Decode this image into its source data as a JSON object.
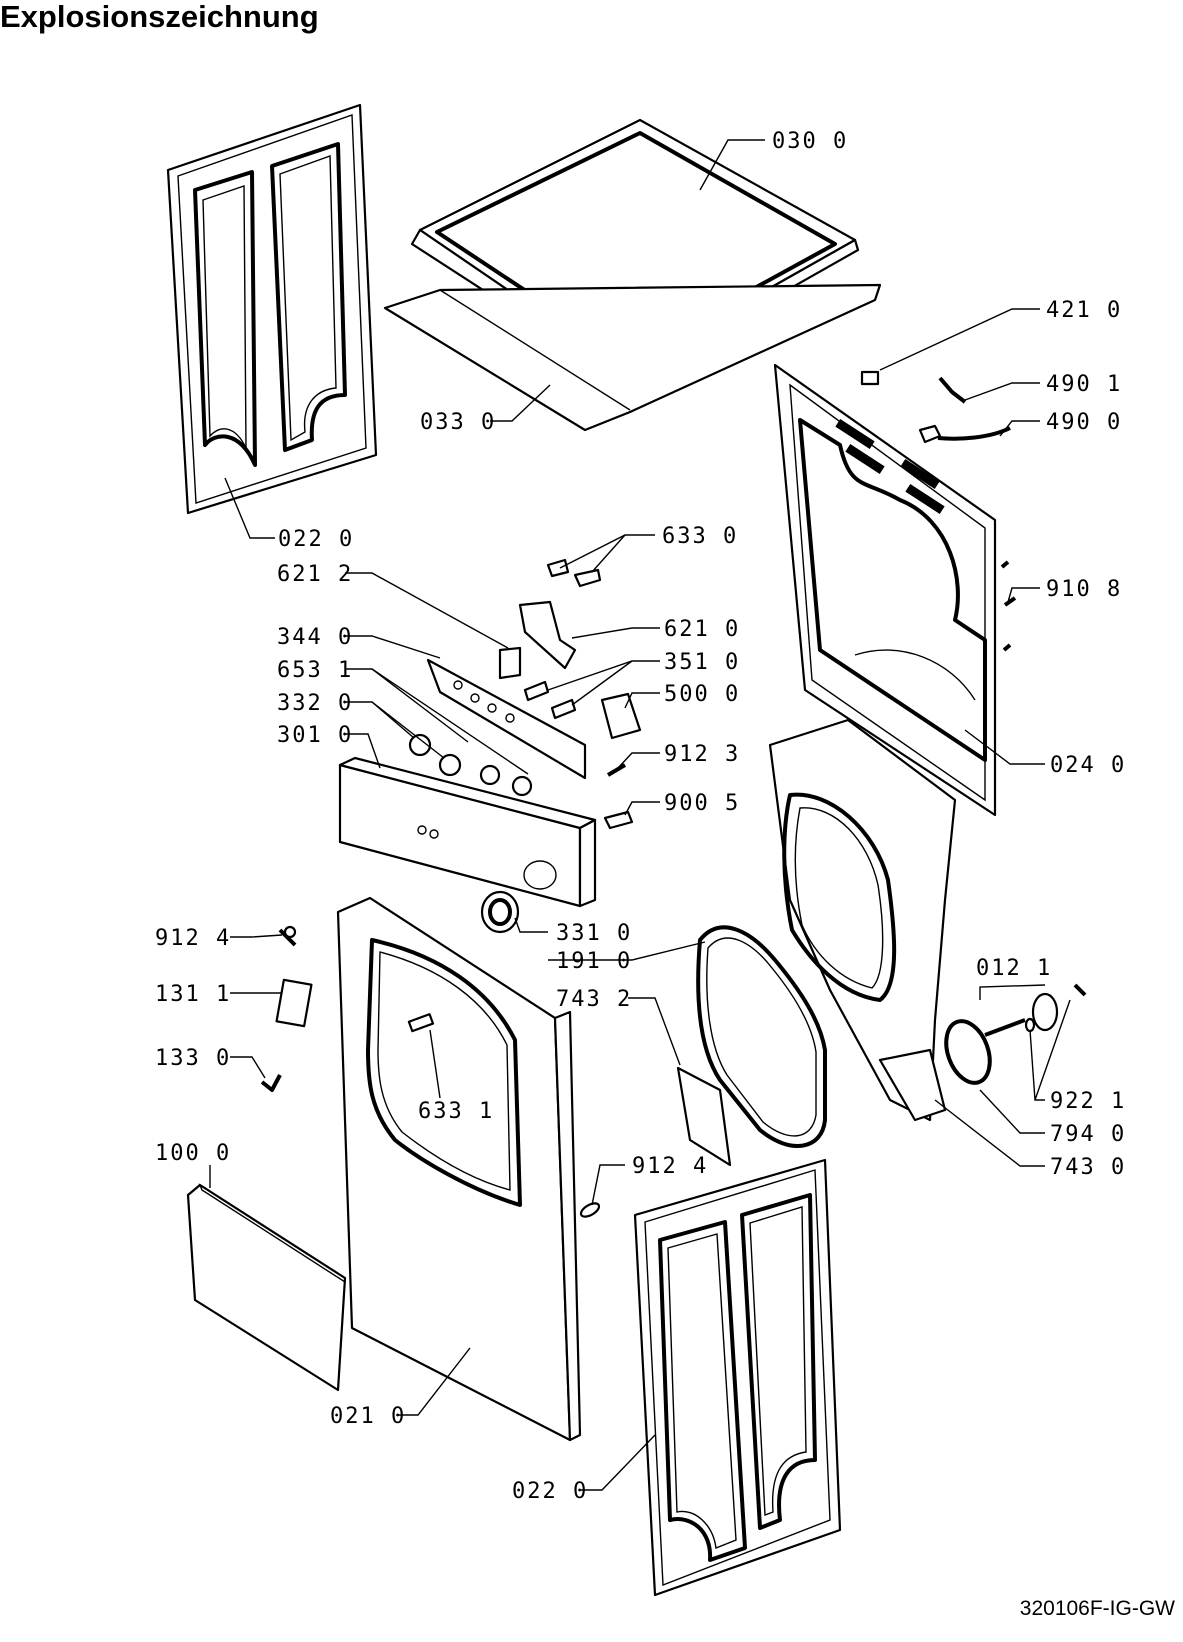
{
  "title": "Explosionszeichnung",
  "doc_code": "320106F-IG-GW",
  "callouts": {
    "c0300": "030 0",
    "c4210": "421 0",
    "c4901": "490 1",
    "c4900": "490 0",
    "c0330": "033 0",
    "c0220a": "022 0",
    "c6330": "633 0",
    "c6212": "621 2",
    "c9108": "910 8",
    "c3440": "344 0",
    "c6210": "621 0",
    "c6531": "653 1",
    "c3510": "351 0",
    "c3320": "332 0",
    "c5000": "500 0",
    "c3010": "301 0",
    "c9123": "912 3",
    "c0240": "024 0",
    "c9005": "900 5",
    "c9124a": "912 4",
    "c3310": "331 0",
    "c1910": "191 0",
    "c0121": "012 1",
    "c1311": "131 1",
    "c7432": "743 2",
    "c1330": "133 0",
    "c6331": "633 1",
    "c9221": "922 1",
    "c7940": "794 0",
    "c1000": "100 0",
    "c9124b": "912 4",
    "c7430": "743 0",
    "c0210": "021 0",
    "c0220b": "022 0"
  }
}
